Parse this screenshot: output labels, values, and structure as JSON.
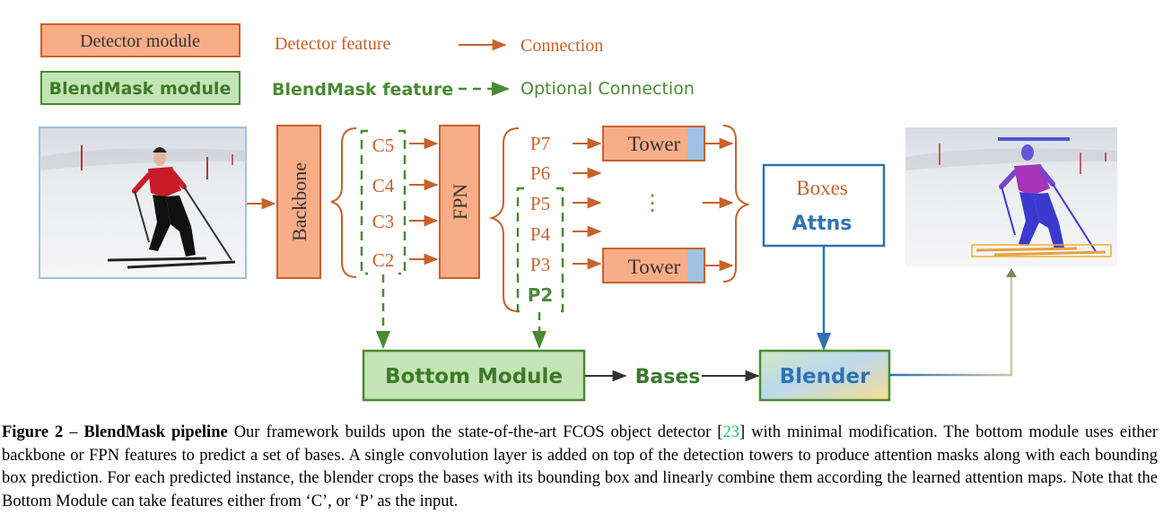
{
  "colors": {
    "detector": "#c8612a",
    "detector_fill": "#f9ad86",
    "blendmask": "#4a8a33",
    "blendmask_fill": "#c3e4b4",
    "attention": "#2f73b5",
    "tower_tip": "#9fc2e4"
  },
  "legend": {
    "detector_module": "Detector module",
    "blendmask_module": "BlendMask module",
    "detector_feature": "Detector feature",
    "blendmask_feature": "BlendMask feature",
    "connection": "Connection",
    "optional_connection": "Optional Connection"
  },
  "diagram": {
    "backbone": "Backbone",
    "c_features": [
      "C5",
      "C4",
      "C3",
      "C2"
    ],
    "fpn": "FPN",
    "p_features": [
      "P7",
      "P6",
      "P5",
      "P4",
      "P3",
      "P2"
    ],
    "tower_top": "Tower",
    "tower_bottom": "Tower",
    "ellipsis": "⋮",
    "boxes": "Boxes",
    "attns": "Attns",
    "bottom_module": "Bottom Module",
    "bases": "Bases",
    "blender": "Blender"
  },
  "caption": {
    "label": "Figure 2",
    "dash": " – ",
    "title": "BlendMask pipeline",
    "text_before_cite": " Our framework builds upon the state-of-the-art FCOS object detector [",
    "cite": "23",
    "text_after_cite": "] with minimal modification. The bottom module uses either backbone or FPN features to predict a set of bases.  A single convolution layer is added on top of the detection towers to produce attention masks along with each bounding box prediction. For each predicted instance, the blender crops the bases with its bounding box and linearly combine them according the learned attention maps. Note that the Bottom Module can take features either from ‘C’, or ‘P’ as the input."
  }
}
